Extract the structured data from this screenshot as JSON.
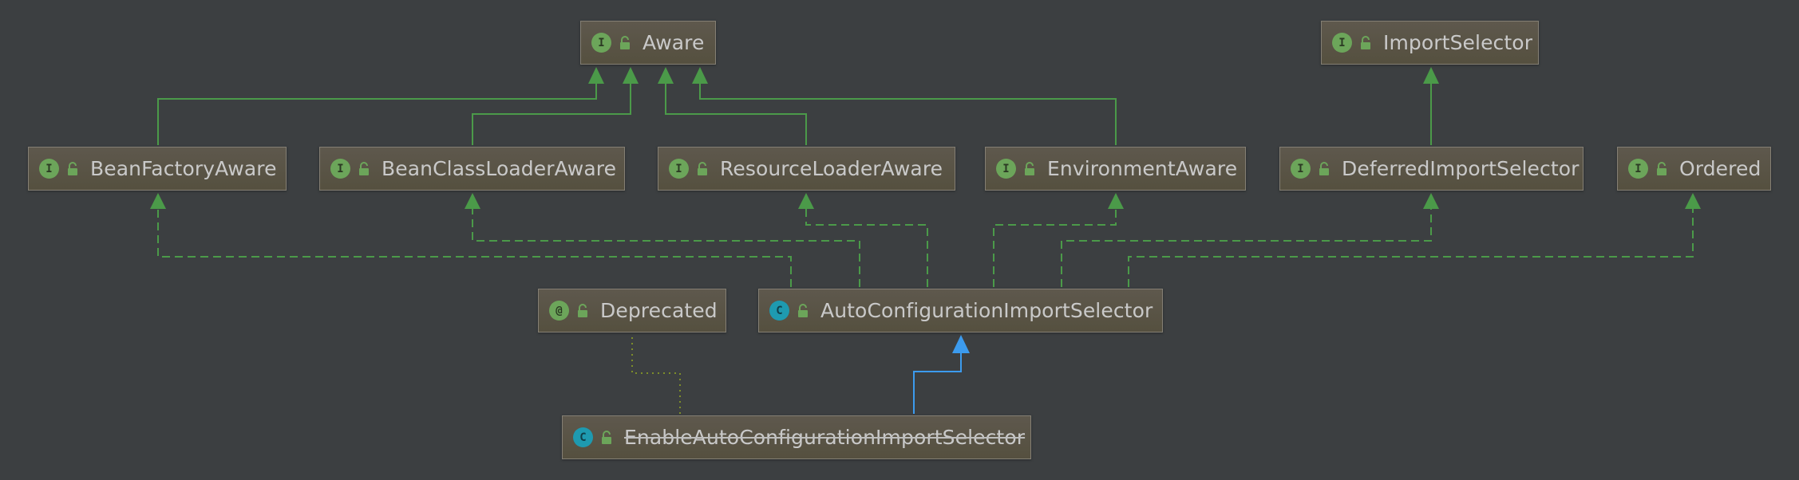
{
  "diagram": {
    "colors": {
      "background": "#3c3f41",
      "implements_edge": "#4b9a49",
      "extends_edge": "#3c9bee",
      "annotation_edge": "#7d8d2a",
      "node_border": "#847f74",
      "node_text": "#c9c9c9"
    },
    "legend_icons": {
      "interface": "interface-icon",
      "class": "class-icon",
      "annotation": "annotation-icon",
      "access": "unlocked-icon"
    },
    "nodes": {
      "aware": {
        "label": "Aware",
        "kind": "I"
      },
      "import_selector": {
        "label": "ImportSelector",
        "kind": "I"
      },
      "bean_factory_aware": {
        "label": "BeanFactoryAware",
        "kind": "I"
      },
      "bean_class_loader_aware": {
        "label": "BeanClassLoaderAware",
        "kind": "I"
      },
      "resource_loader_aware": {
        "label": "ResourceLoaderAware",
        "kind": "I"
      },
      "environment_aware": {
        "label": "EnvironmentAware",
        "kind": "I"
      },
      "deferred_import_selector": {
        "label": "DeferredImportSelector",
        "kind": "I"
      },
      "ordered": {
        "label": "Ordered",
        "kind": "I"
      },
      "deprecated": {
        "label": "Deprecated",
        "kind": "@"
      },
      "auto_configuration_import_selector": {
        "label": "AutoConfigurationImportSelector",
        "kind": "C"
      },
      "enable_auto_configuration_import_selector": {
        "label": "EnableAutoConfigurationImportSelector",
        "kind": "C"
      }
    },
    "relations": [
      {
        "from": "BeanFactoryAware",
        "to": "Aware",
        "type": "extends"
      },
      {
        "from": "BeanClassLoaderAware",
        "to": "Aware",
        "type": "extends"
      },
      {
        "from": "ResourceLoaderAware",
        "to": "Aware",
        "type": "extends"
      },
      {
        "from": "EnvironmentAware",
        "to": "Aware",
        "type": "extends"
      },
      {
        "from": "DeferredImportSelector",
        "to": "ImportSelector",
        "type": "extends"
      },
      {
        "from": "AutoConfigurationImportSelector",
        "to": "BeanFactoryAware",
        "type": "implements"
      },
      {
        "from": "AutoConfigurationImportSelector",
        "to": "BeanClassLoaderAware",
        "type": "implements"
      },
      {
        "from": "AutoConfigurationImportSelector",
        "to": "ResourceLoaderAware",
        "type": "implements"
      },
      {
        "from": "AutoConfigurationImportSelector",
        "to": "EnvironmentAware",
        "type": "implements"
      },
      {
        "from": "AutoConfigurationImportSelector",
        "to": "DeferredImportSelector",
        "type": "implements"
      },
      {
        "from": "AutoConfigurationImportSelector",
        "to": "Ordered",
        "type": "implements"
      },
      {
        "from": "EnableAutoConfigurationImportSelector",
        "to": "AutoConfigurationImportSelector",
        "type": "extends-class"
      },
      {
        "from": "EnableAutoConfigurationImportSelector",
        "to": "Deprecated",
        "type": "annotated-with"
      }
    ]
  }
}
